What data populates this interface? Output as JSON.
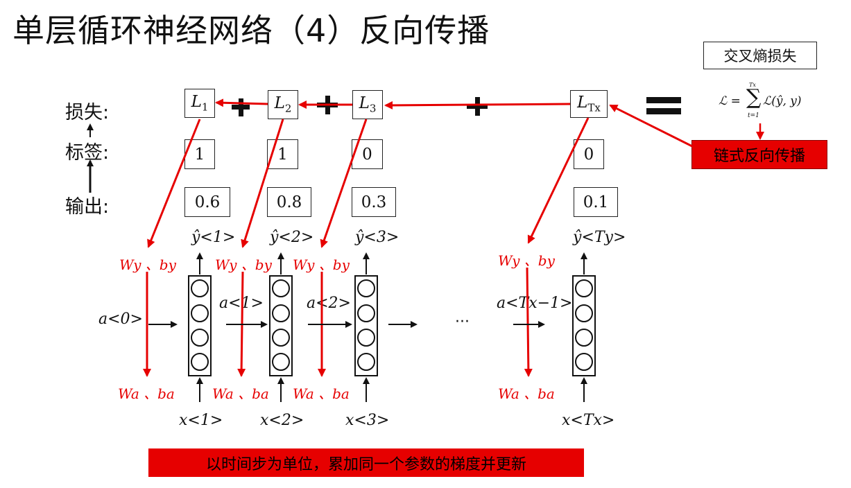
{
  "title": "单层循环神经网络（4）反向传播",
  "row_labels": {
    "loss": "损失:",
    "label": "标签:",
    "output": "输出:"
  },
  "loss_boxes": [
    {
      "base": "L",
      "sub": "1"
    },
    {
      "base": "L",
      "sub": "2"
    },
    {
      "base": "L",
      "sub": "3"
    },
    {
      "base": "L",
      "sub": "Tx"
    }
  ],
  "labels": [
    "1",
    "1",
    "0",
    "0"
  ],
  "outputs": [
    "0.6",
    "0.8",
    "0.3",
    "0.1"
  ],
  "cross_entropy": {
    "title": "交叉熵损失",
    "formula_lhs": "ℒ =",
    "sum_top": "Tx",
    "sum_bottom": "t=1",
    "formula_rhs": "ℒ(ŷ, y)"
  },
  "chain_backprop": "链式反向传播",
  "footer": "以时间步为单位，累加同一个参数的梯度并更新",
  "rnn": {
    "y_hat": [
      "ŷ<1>",
      "ŷ<2>",
      "ŷ<3>",
      "ŷ<Ty>"
    ],
    "x": [
      "x<1>",
      "x<2>",
      "x<3>",
      "x<Tx>"
    ],
    "a": [
      "a<0>",
      "a<1>",
      "a<2>",
      "a<Tx−1>"
    ],
    "ellipsis": "···",
    "wy_by": "Wy 、by",
    "wa_ba": "Wa 、ba"
  },
  "colors": {
    "accent": "#e60000",
    "ink": "#111111"
  }
}
